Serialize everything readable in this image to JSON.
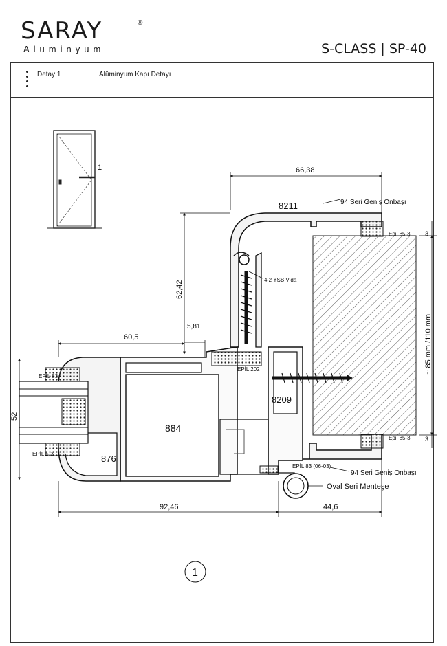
{
  "brand": {
    "name": "SARAY",
    "registered": "®",
    "subtitle": "Aluminyum"
  },
  "series": "S-CLASS | SP-40",
  "header": {
    "detail_label": "Detay 1",
    "detail_title": "Alüminyum Kapı Detayı"
  },
  "labels": {
    "door_marker": "1",
    "dim_6638": "66,38",
    "profile_8211": "8211",
    "onbasi_top": "94 Seri Geniş Onbaşı",
    "epil_853_top": "Epil 85-3",
    "dim_3_top": "3",
    "screw": "4,2 YSB Vida",
    "dim_6242": "62,42",
    "dim_581": "5,81",
    "dim_605": "60,5",
    "epil_83": "EPİL 83",
    "epil_202": "EPİL 202",
    "dim_85_110": "~ 85 mm /110 mm",
    "dim_52": "52",
    "profile_884": "884",
    "profile_8209": "8209",
    "profile_876": "876",
    "epil_53": "EPİL 5-3",
    "epil_853_bottom": "Epil 85-3",
    "dim_3_bottom": "3",
    "epil_83_0603": "EPİL 83 (06-03)",
    "onbasi_bottom": "94 Seri Geniş Onbaşı",
    "hinge": "Oval Seri Menteşe",
    "dim_9246": "92,46",
    "dim_446": "44,6",
    "detail_number": "1"
  }
}
